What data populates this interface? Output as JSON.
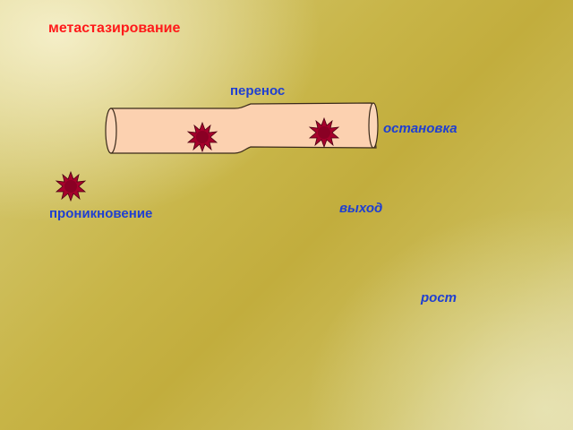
{
  "slide": {
    "title": "метастазирование",
    "labels": {
      "transfer": "перенос",
      "stop": "остановка",
      "intravasation": "проникновение",
      "exit": "выход",
      "growth": "рост"
    }
  },
  "colors": {
    "title": "#ff1a1a",
    "label": "#1f3fd1",
    "vessel_fill": "#fcd1b0",
    "cell_fill": "#a6002c",
    "background": "#c8b548"
  },
  "icons": [
    "blood-vessel",
    "tumor-cell"
  ]
}
